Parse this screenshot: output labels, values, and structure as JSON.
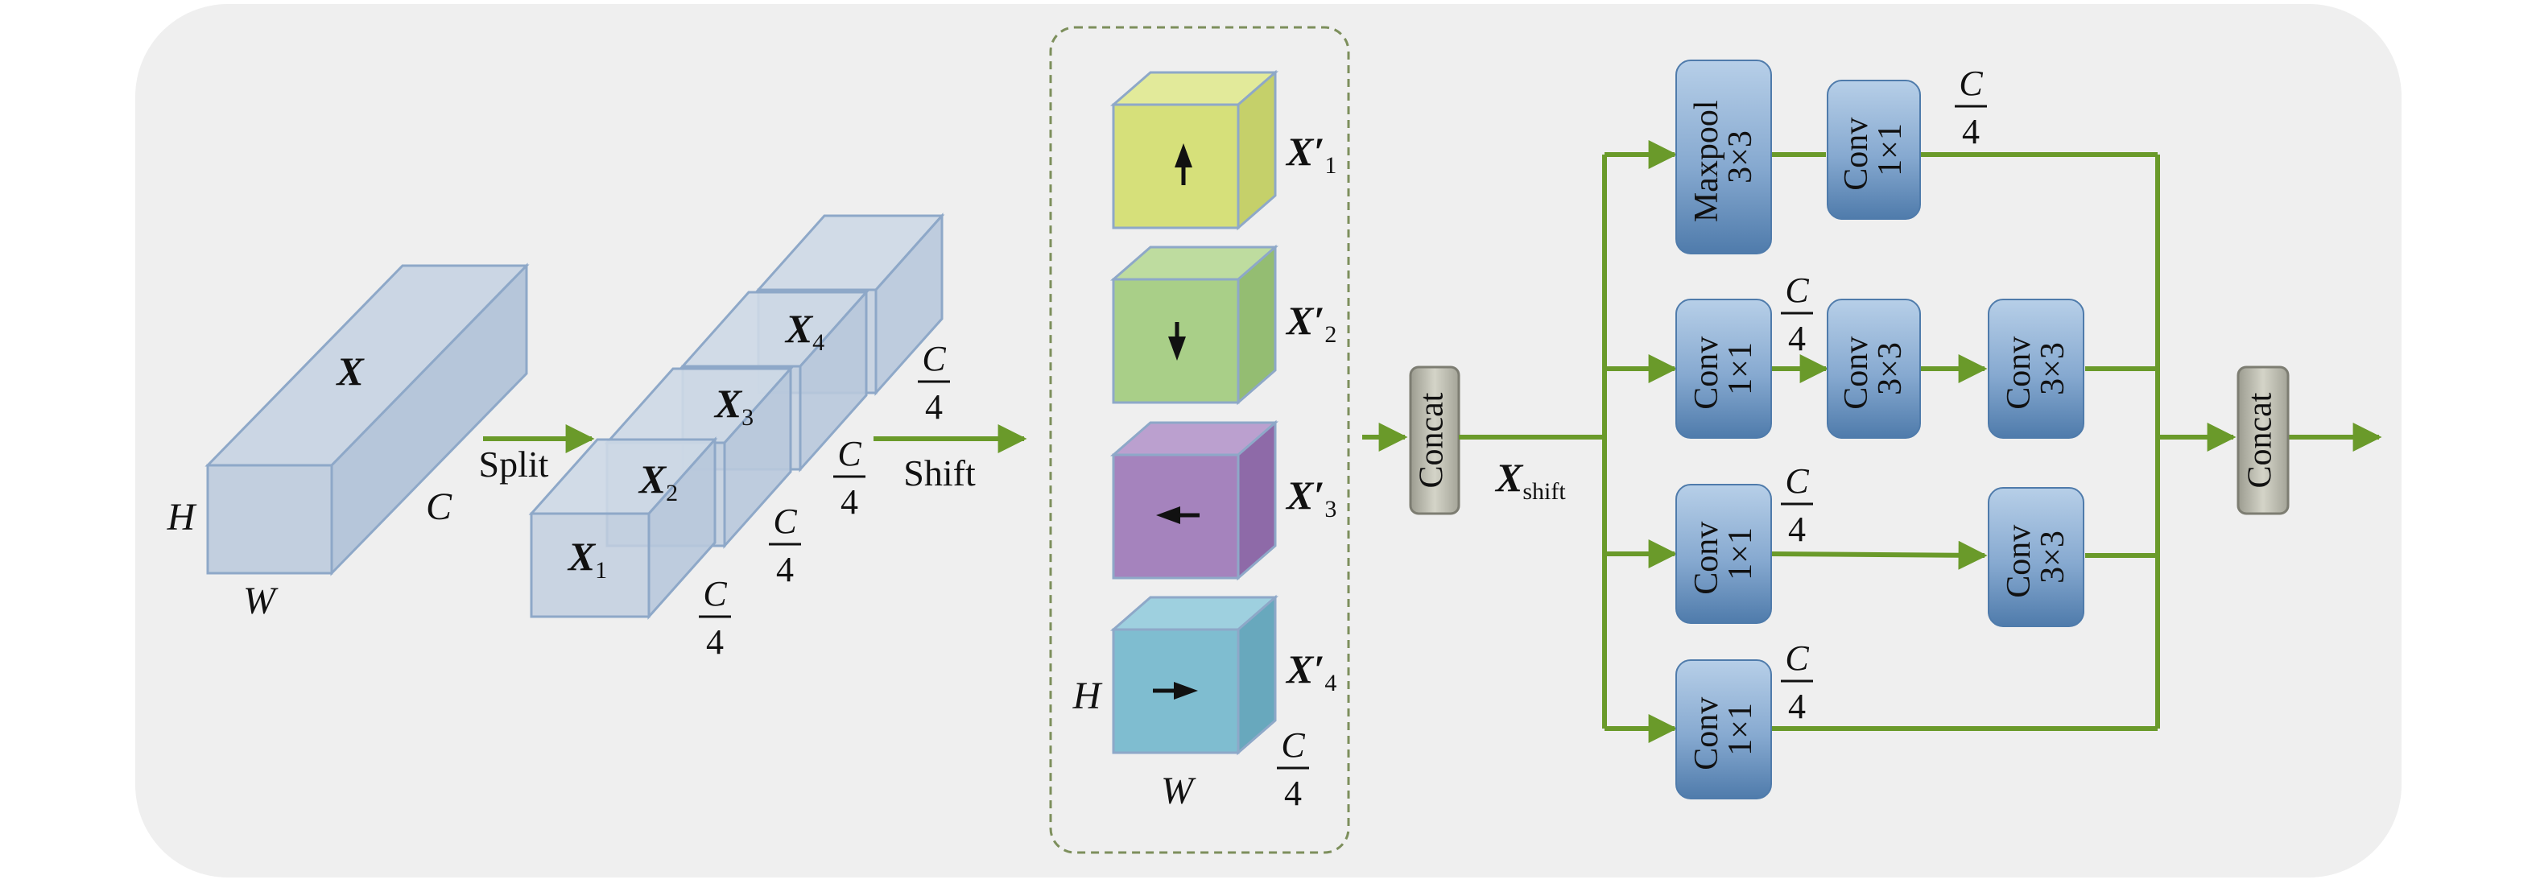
{
  "colors": {
    "panel": "#efefef",
    "box_face": "#c2cfdf",
    "box_edge": "#8ea8c8",
    "arrow": "#6a9a2a",
    "yellow": "#d6e07a",
    "green": "#a9cf88",
    "purple": "#a583bd",
    "cyan": "#7fbdd0",
    "block_top": "#a6c2e0",
    "block_bottom": "#5d86b3",
    "concat": "#bcbcb0"
  },
  "input": {
    "name": "X",
    "dim_h": "H",
    "dim_w": "W",
    "dim_c": "C"
  },
  "split": {
    "label": "Split",
    "chunks": [
      {
        "name": "X",
        "sub": "1"
      },
      {
        "name": "X",
        "sub": "2"
      },
      {
        "name": "X",
        "sub": "3"
      },
      {
        "name": "X",
        "sub": "4"
      }
    ],
    "frac_num": "C",
    "frac_den": "4"
  },
  "shift": {
    "label": "Shift",
    "dim_h": "H",
    "dim_w": "W",
    "frac_num": "C",
    "frac_den": "4",
    "cubes": [
      {
        "name": "X′",
        "sub": "1",
        "direction": "up",
        "color": "yellow"
      },
      {
        "name": "X′",
        "sub": "2",
        "direction": "down",
        "color": "green"
      },
      {
        "name": "X′",
        "sub": "3",
        "direction": "left",
        "color": "purple"
      },
      {
        "name": "X′",
        "sub": "4",
        "direction": "right",
        "color": "cyan"
      }
    ]
  },
  "concat_label": "Concat",
  "xshift": {
    "name": "X",
    "sub": "shift"
  },
  "frac": {
    "num": "C",
    "den": "4"
  },
  "blocks": {
    "maxpool": {
      "line1": "Maxpool",
      "line2": "3×3"
    },
    "conv1x1": {
      "line1": "Conv",
      "line2": "1×1"
    },
    "conv3x3": {
      "line1": "Conv",
      "line2": "3×3"
    }
  }
}
